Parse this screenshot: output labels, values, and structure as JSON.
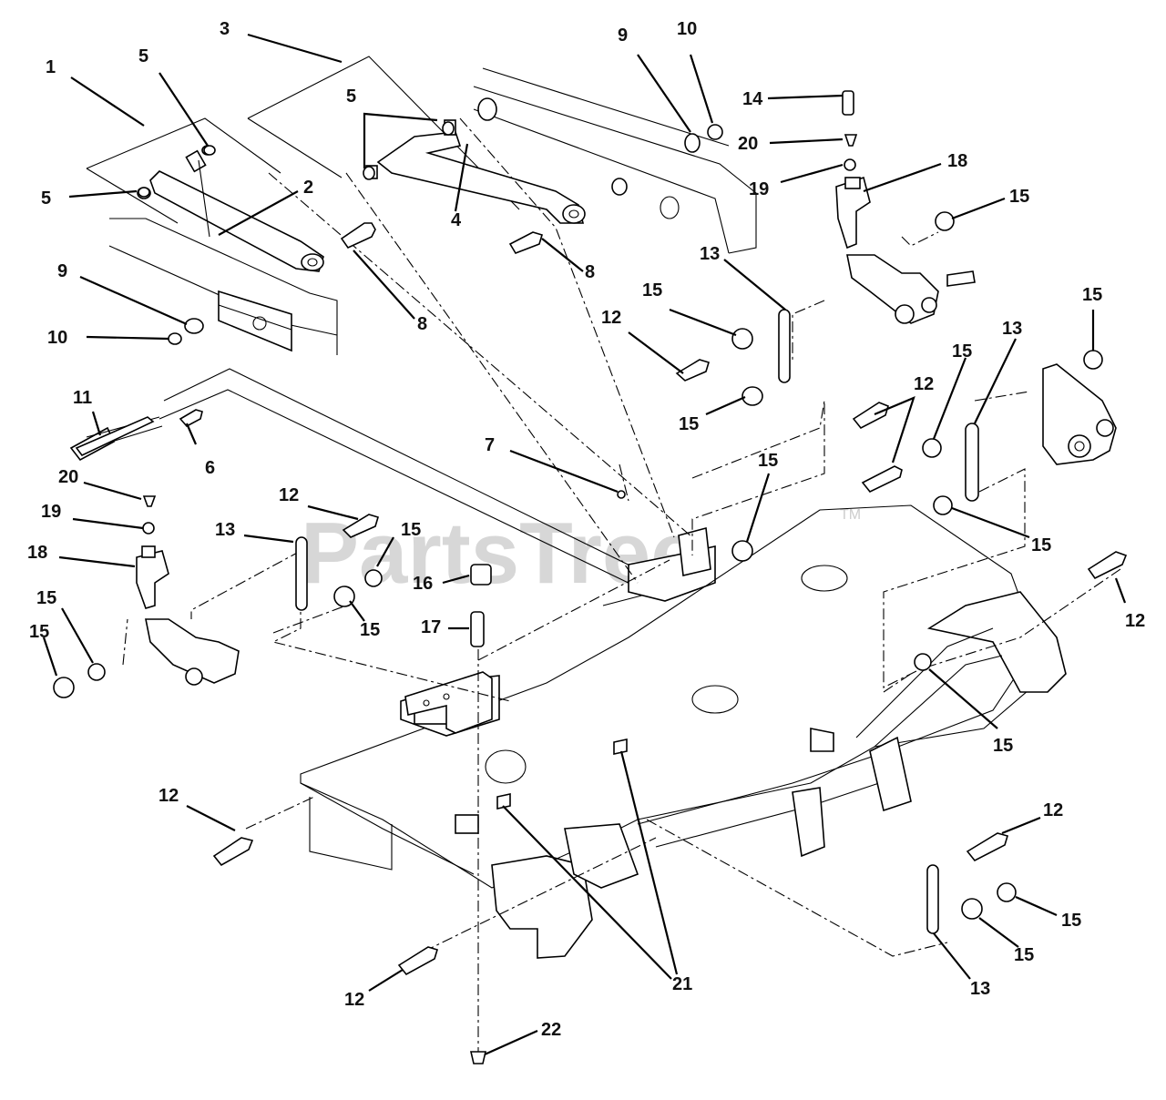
{
  "watermark": {
    "text": "PartsTree",
    "tm": "TM"
  },
  "callouts": [
    {
      "label": "1"
    },
    {
      "label": "5"
    },
    {
      "label": "3"
    },
    {
      "label": "5"
    },
    {
      "label": "5"
    },
    {
      "label": "2"
    },
    {
      "label": "4"
    },
    {
      "label": "9"
    },
    {
      "label": "10"
    },
    {
      "label": "14"
    },
    {
      "label": "20"
    },
    {
      "label": "19"
    },
    {
      "label": "18"
    },
    {
      "label": "15"
    },
    {
      "label": "8"
    },
    {
      "label": "8"
    },
    {
      "label": "13"
    },
    {
      "label": "9"
    },
    {
      "label": "10"
    },
    {
      "label": "12"
    },
    {
      "label": "15"
    },
    {
      "label": "15"
    },
    {
      "label": "15"
    },
    {
      "label": "12"
    },
    {
      "label": "13"
    },
    {
      "label": "15"
    },
    {
      "label": "15"
    },
    {
      "label": "11"
    },
    {
      "label": "6"
    },
    {
      "label": "20"
    },
    {
      "label": "19"
    },
    {
      "label": "18"
    },
    {
      "label": "15"
    },
    {
      "label": "15"
    },
    {
      "label": "7"
    },
    {
      "label": "15"
    },
    {
      "label": "15"
    },
    {
      "label": "12"
    },
    {
      "label": "13"
    },
    {
      "label": "15"
    },
    {
      "label": "16"
    },
    {
      "label": "15"
    },
    {
      "label": "17"
    },
    {
      "label": "12"
    },
    {
      "label": "15"
    },
    {
      "label": "12"
    },
    {
      "label": "12"
    },
    {
      "label": "15"
    },
    {
      "label": "15"
    },
    {
      "label": "12"
    },
    {
      "label": "21"
    },
    {
      "label": "13"
    },
    {
      "label": "22"
    }
  ]
}
